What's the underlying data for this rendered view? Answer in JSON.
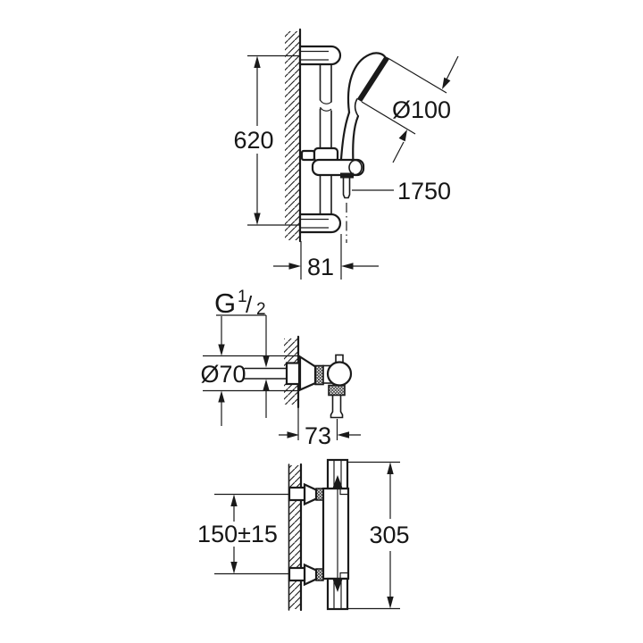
{
  "drawing": {
    "description": "Thermostatic shower mixer with shower rail set - technical dimension drawing",
    "colors": {
      "ink": "#1a1a1a",
      "background": "#ffffff",
      "face_fill": "#111111"
    },
    "views": {
      "rail_assembly": {
        "dims": {
          "bar_height": "620",
          "head_diameter": "Ø100",
          "hose_length": "1750",
          "wall_offset": "81"
        }
      },
      "valve_side": {
        "dims": {
          "thread_letter": "G",
          "thread_numerator": "1",
          "thread_slash": "/",
          "thread_denominator": "2",
          "rosette_diameter": "Ø70",
          "projection": "73"
        }
      },
      "valve_front": {
        "dims": {
          "center_distance": "150±15",
          "body_length": "305"
        }
      }
    }
  }
}
